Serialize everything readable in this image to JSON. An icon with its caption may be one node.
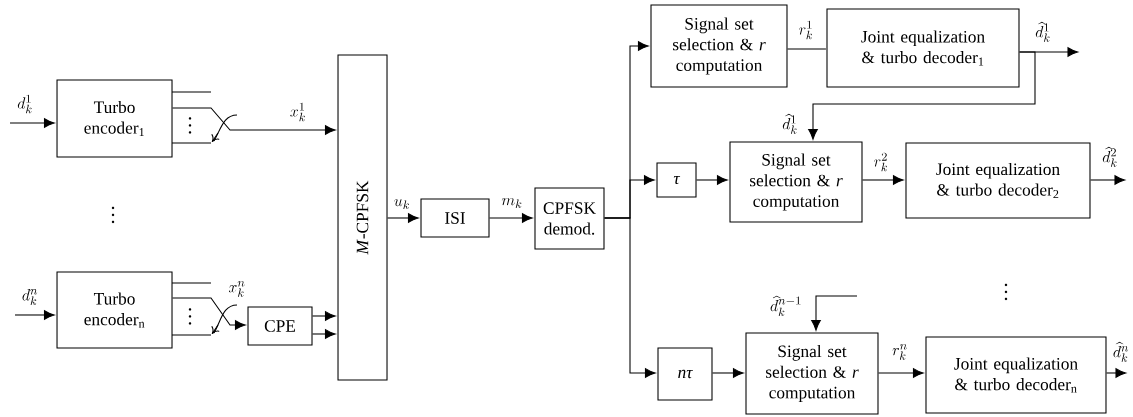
{
  "diagram": {
    "nodes": [
      {
        "text": [
          "Turbo encoder$_{1}$"
        ]
      },
      {
        "text": [
          "Turbo encoder$_{n}$"
        ]
      },
      {
        "text": [
          "CPE"
        ]
      },
      {
        "text": [
          "*M*-CPFSK"
        ]
      },
      {
        "text": [
          "ISI"
        ]
      },
      {
        "text": [
          "CPFSK demod."
        ]
      },
      {
        "text": [
          "Signal set selection & *r* computation"
        ]
      },
      {
        "text": [
          "Joint equalization & turbo decoder$_{1}$"
        ]
      },
      {
        "text": [
          "τ"
        ]
      },
      {
        "text": [
          "Signal set selection & *r* computation"
        ]
      },
      {
        "text": [
          "Joint equalization & turbo decoder$_{2}$"
        ]
      },
      {
        "text": [
          "nτ"
        ]
      },
      {
        "text": [
          "Signal set selection & *r* computation"
        ]
      },
      {
        "text": [
          "Joint equalization & turbo decoder$_{n}$"
        ]
      }
    ],
    "edges": [
      {
        "from": null,
        "to": 0,
        "arrow": "to",
        "label": "d^{1}_{k}"
      },
      {
        "from": null,
        "to": 1,
        "arrow": "to",
        "label": "d^{n}_{k}"
      },
      {
        "from": 0,
        "to": 3,
        "arrow": "to",
        "label": "x^{1}_{k}"
      },
      {
        "from": 1,
        "to": 2,
        "arrow": "to",
        "label": "x^{n}_{k}"
      },
      {
        "from": 2,
        "to": 3,
        "arrow": "to"
      },
      {
        "from": 2,
        "to": 3,
        "arrow": "to"
      },
      {
        "from": 3,
        "to": 4,
        "arrow": "to",
        "label": "u_{k}"
      },
      {
        "from": 4,
        "to": 5,
        "arrow": "to",
        "label": "m_{k}"
      },
      {
        "from": 5,
        "to": 6,
        "arrow": "to"
      },
      {
        "from": 5,
        "to": 8,
        "arrow": "to"
      },
      {
        "from": 5,
        "to": 11,
        "arrow": "to"
      },
      {
        "from": 6,
        "to": 7,
        "arrow": "none",
        "label": "r^{1}_{k}"
      },
      {
        "from": 7,
        "to": null,
        "arrow": "to",
        "label": "\\widehat{d}^{1}_{k}"
      },
      {
        "from": 7,
        "to": 9,
        "arrow": "to",
        "label": "\\widehat{d}^{1}_{k}"
      },
      {
        "from": 8,
        "to": 9,
        "arrow": "to"
      },
      {
        "from": 9,
        "to": 10,
        "arrow": "to",
        "label": "r^{2}_{k}"
      },
      {
        "from": 10,
        "to": null,
        "arrow": "to",
        "label": "\\widehat{d}^{2}_{k}"
      },
      {
        "from": 11,
        "to": 12,
        "arrow": "to"
      },
      {
        "from": 12,
        "to": 13,
        "arrow": "to",
        "label": "r^{n}_{k}"
      },
      {
        "from": 13,
        "to": null,
        "arrow": "to",
        "label": "\\widehat{d}^{n}_{k}"
      },
      {
        "from": null,
        "to": 12,
        "arrow": "to",
        "label": "\\widehat{d}^{n-1}_{k}"
      }
    ]
  }
}
